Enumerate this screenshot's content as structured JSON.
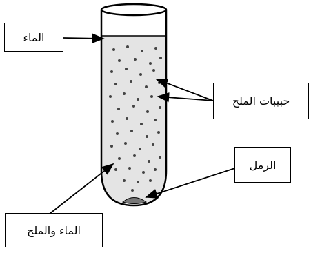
{
  "diagram": {
    "labels": {
      "water": "الماء",
      "salt_grains": "حبيبات الملح",
      "sand": "الرمل",
      "salt_water": "الماء والملح"
    },
    "colors": {
      "liquid": "#e4e4e4",
      "stroke": "#000000",
      "sand": "#777777"
    }
  }
}
